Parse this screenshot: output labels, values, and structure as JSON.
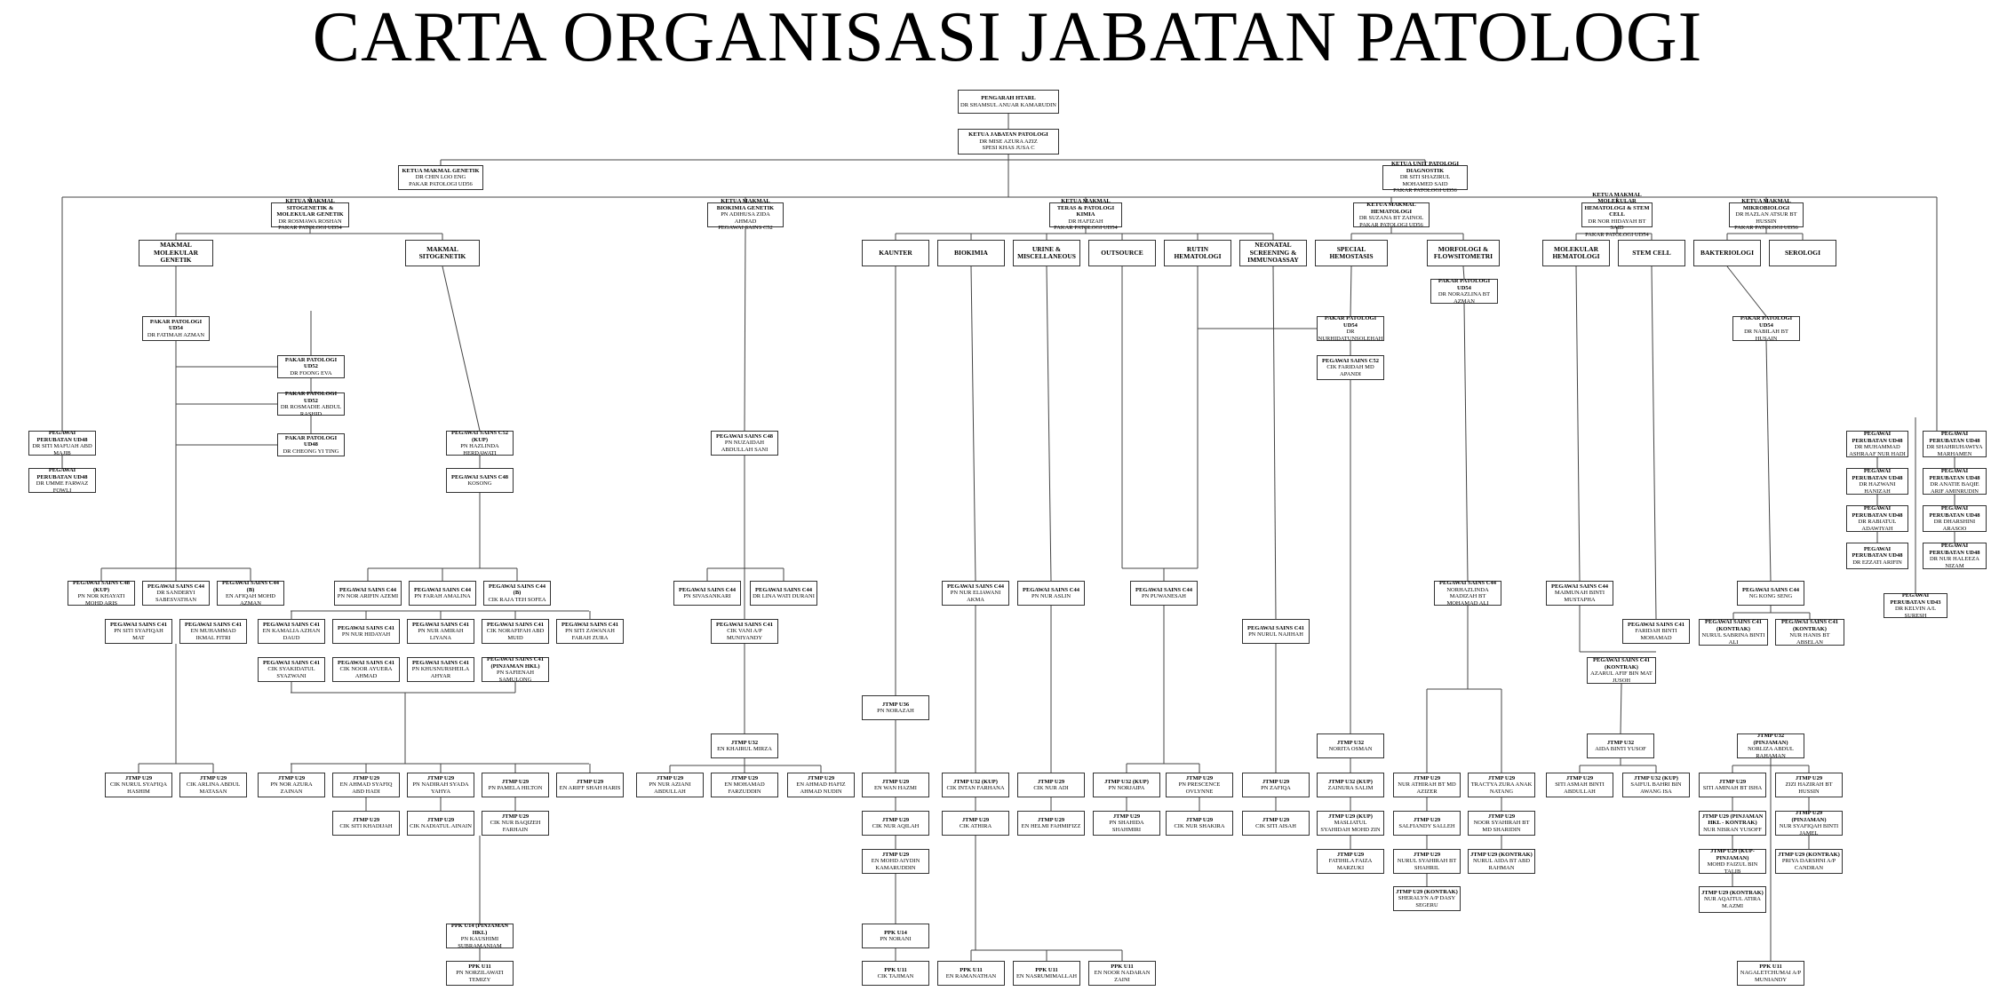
{
  "title": "CARTA ORGANISASI JABATAN PATOLOGI",
  "nodes": [
    {
      "id": "pengarah",
      "lines": [
        "PENGARAH HTARL",
        "DR SHAMSUL ANUAR KAMARUDIN"
      ],
      "kind": "head"
    },
    {
      "id": "ketua-jabatan",
      "lines": [
        "KETUA JABATAN PATOLOGI",
        "DR MISE AZURA AZIZ",
        "SPESI KHAS JUSA C"
      ],
      "kind": "head"
    },
    {
      "id": "ketua-makmal-genetik",
      "lines": [
        "KETUA MAKMAL GENETIK",
        "DR CHIN LOO ENG",
        "PAKAR PATOLOGI UD56"
      ],
      "kind": "head"
    },
    {
      "id": "ketua-unit-diagnostik",
      "lines": [
        "KETUA UNIT PATOLOGI DIAGNOSTIK",
        "DR SITI SHAZIRUL MOHAMED SAID",
        "PAKAR PATOLOGI UD56"
      ],
      "kind": "head"
    },
    {
      "id": "ketua-sitogenetik",
      "lines": [
        "KETUA MAKMAL SITOGENETIK & MOLEKULAR GENETIK",
        "DR ROSMAWA ROSHAN",
        "PAKAR PATOLOGI UD54"
      ],
      "kind": "head"
    },
    {
      "id": "ketua-biokimia-genetik",
      "lines": [
        "KETUA MAKMAL BIOKIMIA GENETIK",
        "PN ADIHUSA ZIDA AHMAD",
        "PEGAWAI SAINS C52"
      ],
      "kind": "head"
    },
    {
      "id": "ketua-teras",
      "lines": [
        "KETUA MAKMAL TERAS & PATOLOGI KIMIA",
        "DR HAFIZAH",
        "PAKAR PATOLOGI UD54"
      ],
      "kind": "head"
    },
    {
      "id": "ketua-hematologi",
      "lines": [
        "KETUA MAKMAL HEMATOLOGI",
        "DR SUZANA BT ZAINOL",
        "PAKAR PATOLOGI UD56"
      ],
      "kind": "head"
    },
    {
      "id": "ketua-molekular-hema",
      "lines": [
        "KETUA MAKMAL MOLEKULAR HEMATOLOGI & STEM CELL",
        "DR NOR HIDAYAH BT SAID",
        "PAKAR PATOLOGI UD54"
      ],
      "kind": "head"
    },
    {
      "id": "ketua-mikrobiologi",
      "lines": [
        "KETUA MAKMAL MIKROBIOLOGI",
        "DR HAZLAN ATSUR BT HUSSIN",
        "PAKAR PATOLOGI UD56"
      ],
      "kind": "head"
    },
    {
      "id": "makmal-molekular-genetik",
      "lines": [
        "MAKMAL MOLEKULAR GENETIK"
      ],
      "kind": "dept"
    },
    {
      "id": "makmal-sitogenetik",
      "lines": [
        "MAKMAL SITOGENETIK"
      ],
      "kind": "dept"
    },
    {
      "id": "kaunter",
      "lines": [
        "KAUNTER"
      ],
      "kind": "dept"
    },
    {
      "id": "biokimia",
      "lines": [
        "BIOKIMIA"
      ],
      "kind": "dept"
    },
    {
      "id": "urine-misc",
      "lines": [
        "URINE & MISCELLANEOUS"
      ],
      "kind": "dept"
    },
    {
      "id": "outsource",
      "lines": [
        "OUTSOURCE"
      ],
      "kind": "dept"
    },
    {
      "id": "rutin-hematologi",
      "lines": [
        "RUTIN HEMATOLOGI"
      ],
      "kind": "dept"
    },
    {
      "id": "neonatal",
      "lines": [
        "NEONATAL SCREENING & IMMUNOASSAY"
      ],
      "kind": "dept"
    },
    {
      "id": "special-hemostasis",
      "lines": [
        "SPECIAL HEMOSTASIS"
      ],
      "kind": "dept"
    },
    {
      "id": "morfologi",
      "lines": [
        "MORFOLOGI & FLOWSITOMETRI"
      ],
      "kind": "dept"
    },
    {
      "id": "molekular-hematologi",
      "lines": [
        "MOLEKULAR HEMATOLOGI"
      ],
      "kind": "dept"
    },
    {
      "id": "stem-cell",
      "lines": [
        "STEM CELL"
      ],
      "kind": "dept"
    },
    {
      "id": "bakteriologi",
      "lines": [
        "BAKTERIOLOGI"
      ],
      "kind": "dept"
    },
    {
      "id": "serologi",
      "lines": [
        "SEROLOGI"
      ],
      "kind": "dept"
    },
    {
      "id": "pakar-fatimah",
      "lines": [
        "PAKAR PATOLOGI UD54",
        "DR FATIMAH AZMAN"
      ],
      "kind": "staff"
    },
    {
      "id": "pakar-foong",
      "lines": [
        "PAKAR PATOLOGI UD52",
        "DR FOONG EVA"
      ],
      "kind": "staff"
    },
    {
      "id": "pakar-rosmadie",
      "lines": [
        "PAKAR PATOLOGI UD52",
        "DR ROSMADIE ABDUL RASHID"
      ],
      "kind": "staff"
    },
    {
      "id": "pakar-cheong",
      "lines": [
        "PAKAR PATOLOGI UD48",
        "DR CHEONG YI TING"
      ],
      "kind": "staff"
    },
    {
      "id": "pp-mafuah",
      "lines": [
        "PEGAWAI PERUBATAN UD48",
        "DR SITI MAFUAH ABD MAJIB"
      ],
      "kind": "staff"
    },
    {
      "id": "pp-umme",
      "lines": [
        "PEGAWAI PERUBATAN UD48",
        "DR UMME FARWAZ FOWLI"
      ],
      "kind": "staff"
    },
    {
      "id": "ps-hazlinda",
      "lines": [
        "PEGAWAI SAINS C52 (KUP)",
        "PN HAZLINDA HERDAWATI"
      ],
      "kind": "staff"
    },
    {
      "id": "ps-kosong-c48",
      "lines": [
        "PEGAWAI SAINS C48",
        "KOSONG"
      ],
      "kind": "staff"
    },
    {
      "id": "ps-nuzaidah",
      "lines": [
        "PEGAWAI SAINS C48",
        "PN NUZAIDAH ABDULLAH SANI"
      ],
      "kind": "staff"
    },
    {
      "id": "pakar-nurhidatun",
      "lines": [
        "PAKAR PATOLOGI UD54",
        "DR NURHIDATUNSOLEHAH"
      ],
      "kind": "staff"
    },
    {
      "id": "ps-faridah",
      "lines": [
        "PEGAWAI SAINS C52",
        "CIK FARIDAH MD APANDI"
      ],
      "kind": "staff"
    },
    {
      "id": "pakar-norazlina",
      "lines": [
        "PAKAR PATOLOGI UD54",
        "DR NORAZLINA BT AZMAN"
      ],
      "kind": "staff"
    },
    {
      "id": "pakar-nabilah",
      "lines": [
        "PAKAR PATOLOGI UD54",
        "DR NABILAH BT HUSAIN"
      ],
      "kind": "staff"
    },
    {
      "id": "pp-ashraf",
      "lines": [
        "PEGAWAI PERUBATAN UD48",
        "DR MUHAMMAD ASHRAAF NUR HADI"
      ],
      "kind": "staff"
    },
    {
      "id": "pp-nadhrah",
      "lines": [
        "PEGAWAI PERUBATAN UD48",
        "DR SHAHRUHAWIYA MARHAMEN"
      ],
      "kind": "staff"
    },
    {
      "id": "pp-hazwani",
      "lines": [
        "PEGAWAI PERUBATAN UD48",
        "DR HAZWANI HANIZAH"
      ],
      "kind": "staff"
    },
    {
      "id": "pp-anatie",
      "lines": [
        "PEGAWAI PERUBATAN UD48",
        "DR ANATIE BAQIE ARIF AMINRUDIN"
      ],
      "kind": "staff"
    },
    {
      "id": "pp-rabiatul",
      "lines": [
        "PEGAWAI PERUBATAN UD48",
        "DR RABIATUL ADAWIYAH"
      ],
      "kind": "staff"
    },
    {
      "id": "pp-dharshini",
      "lines": [
        "PEGAWAI PERUBATAN UD48",
        "DR DHARSHINI ARASOO"
      ],
      "kind": "staff"
    },
    {
      "id": "pp-ezzatul",
      "lines": [
        "PEGAWAI PERUBATAN UD48",
        "DR EZZATI ARIFIN"
      ],
      "kind": "staff"
    },
    {
      "id": "pp-haleeza",
      "lines": [
        "PEGAWAI PERUBATAN UD48",
        "DR NUR HALEEZA NIZAM"
      ],
      "kind": "staff"
    },
    {
      "id": "pp-kelvin",
      "lines": [
        "PEGAWAI PERUBATAN UD43",
        "DR KELVIN A/L SURESH"
      ],
      "kind": "staff"
    },
    {
      "id": "ps-nor-khayati",
      "lines": [
        "PEGAWAI SAINS C48 (KUP)",
        "PN NOR KHAYATI MOHD ARIS"
      ],
      "kind": "staff"
    },
    {
      "id": "ps-sanderyi",
      "lines": [
        "PEGAWAI SAINS C44",
        "DR SANDERYI SABESVATHAN"
      ],
      "kind": "staff"
    },
    {
      "id": "ps-afiqah-mohd",
      "lines": [
        "PEGAWAI SAINS C44 (B)",
        "EN AFIQAH MOHD AZMAN"
      ],
      "kind": "staff"
    },
    {
      "id": "ps-sayani",
      "lines": [
        "PEGAWAI SAINS C41",
        "PN SITI SYAFIQAH MAT"
      ],
      "kind": "staff"
    },
    {
      "id": "ps-muhammad-ikmal",
      "lines": [
        "PEGAWAI SAINS C41",
        "EN MUHAMMAD IKMAL FITRI"
      ],
      "kind": "staff"
    },
    {
      "id": "ps-arifin",
      "lines": [
        "PEGAWAI SAINS C44",
        "PN NOR ARIFIN AZEMI"
      ],
      "kind": "staff"
    },
    {
      "id": "ps-farah",
      "lines": [
        "PEGAWAI SAINS C44",
        "PN FARAH AMALINA"
      ],
      "kind": "staff"
    },
    {
      "id": "ps-raja",
      "lines": [
        "PEGAWAI SAINS C44 (B)",
        "CIK RAJA TEH SOFEA"
      ],
      "kind": "staff"
    },
    {
      "id": "ps-kamalia",
      "lines": [
        "PEGAWAI SAINS C41",
        "EN KAMALIA AZHAN DAUD"
      ],
      "kind": "staff"
    },
    {
      "id": "ps-nur-najwa",
      "lines": [
        "PEGAWAI SAINS C41",
        "PN NUR HIDAYAH"
      ],
      "kind": "staff"
    },
    {
      "id": "ps-amirah",
      "lines": [
        "PEGAWAI SAINS C41",
        "PN NUR AMIRAH LIYANA"
      ],
      "kind": "staff"
    },
    {
      "id": "ps-nafiqah",
      "lines": [
        "PEGAWAI SAINS C41",
        "CIK NORAFIFAH ABD MUID"
      ],
      "kind": "staff"
    },
    {
      "id": "ps-zulaikha",
      "lines": [
        "PEGAWAI SAINS C41",
        "PN SITI ZAWANAH FARAH ZURA"
      ],
      "kind": "staff"
    },
    {
      "id": "ps-syazwani",
      "lines": [
        "PEGAWAI SAINS C41",
        "CIK SYAKIDATUL SYAZWANI"
      ],
      "kind": "staff"
    },
    {
      "id": "ps-noor-ayuera",
      "lines": [
        "PEGAWAI SAINS C41",
        "CIK NOOR AYUERA AHMAD"
      ],
      "kind": "staff"
    },
    {
      "id": "ps-khusnul",
      "lines": [
        "PEGAWAI SAINS C41",
        "PN KHUSNURSHEILA AHYAR"
      ],
      "kind": "staff"
    },
    {
      "id": "ps-saffiana",
      "lines": [
        "PEGAWAI SAINS C41 (PINJAMAN HKL)",
        "PN SAFIENAH SAMULONG"
      ],
      "kind": "staff"
    },
    {
      "id": "ps-sivasankari",
      "lines": [
        "PEGAWAI SAINS C44",
        "PN SIVASANKARI"
      ],
      "kind": "staff"
    },
    {
      "id": "ps-lina",
      "lines": [
        "PEGAWAI SAINS C44",
        "DR LINA WATI DURANI"
      ],
      "kind": "staff"
    },
    {
      "id": "ps-vani",
      "lines": [
        "PEGAWAI SAINS C41",
        "CIK VANI A/P MUNIYANDY"
      ],
      "kind": "staff"
    },
    {
      "id": "ps-elias",
      "lines": [
        "PEGAWAI SAINS C44",
        "PN NUR ELIAWANI AKMA"
      ],
      "kind": "staff"
    },
    {
      "id": "ps-aslin",
      "lines": [
        "PEGAWAI SAINS C44",
        "PN NUR ASLIN"
      ],
      "kind": "staff"
    },
    {
      "id": "ps-puwanesh",
      "lines": [
        "PEGAWAI SAINS C44",
        "PN PUWANESAH"
      ],
      "kind": "staff"
    },
    {
      "id": "ps-nurul-najihah",
      "lines": [
        "PEGAWAI SAINS C41",
        "PN NURUL NAJIHAH"
      ],
      "kind": "staff"
    },
    {
      "id": "ps-nurhazlinda",
      "lines": [
        "PEGAWAI SAINS C44",
        "NORHAZLINDA MADIZAH BT MOHAMAD ALI"
      ],
      "kind": "staff"
    },
    {
      "id": "ps-maimunah",
      "lines": [
        "PEGAWAI SAINS C44",
        "MAIMUNAH BINTI MUSTAPHA"
      ],
      "kind": "staff"
    },
    {
      "id": "ps-faridah-mohamad",
      "lines": [
        "PEGAWAI SAINS C41",
        "FARIDAH BINTI MOHAMAD"
      ],
      "kind": "staff"
    },
    {
      "id": "ps-azarul",
      "lines": [
        "PEGAWAI SAINS C41 (KONTRAK)",
        "AZARUL AFIF BIN MAT JUSOH"
      ],
      "kind": "staff"
    },
    {
      "id": "ps-ng-kong-seng",
      "lines": [
        "PEGAWAI SAINS C44",
        "NG KONG SENG"
      ],
      "kind": "staff"
    },
    {
      "id": "ps-nurul-sabrina",
      "lines": [
        "PEGAWAI SAINS C41 (KONTRAK)",
        "NURUL SABRINA BINTI ALI"
      ],
      "kind": "staff"
    },
    {
      "id": "ps-nur-hanis",
      "lines": [
        "PEGAWAI SAINS C41 (KONTRAK)",
        "NUR HANIS BT ABSELAN"
      ],
      "kind": "staff"
    },
    {
      "id": "jt-nurul-syafiqa",
      "lines": [
        "JTMP U29",
        "CIK NURUL SYAFIQA HASHIM"
      ],
      "kind": "staff"
    },
    {
      "id": "jt-arlina",
      "lines": [
        "JTMP U29",
        "CIK ARLINA ABDUL MATASAN"
      ],
      "kind": "staff"
    },
    {
      "id": "jt-azura",
      "lines": [
        "JTMP U29",
        "PN NOR AZURA ZAINAN"
      ],
      "kind": "staff"
    },
    {
      "id": "jt-ahmad-syafiq",
      "lines": [
        "JTMP U29",
        "EN AHMAD SYAFIQ ABD HADI"
      ],
      "kind": "staff"
    },
    {
      "id": "jt-nadirah",
      "lines": [
        "JTMP U29",
        "PN NADIRAH SYADA YAHYA"
      ],
      "kind": "staff"
    },
    {
      "id": "jt-pamela",
      "lines": [
        "JTMP U29",
        "PN PAMELA HILTON"
      ],
      "kind": "staff"
    },
    {
      "id": "jt-arif",
      "lines": [
        "JTMP U29",
        "EN ARIFF SHAH HARIS"
      ],
      "kind": "staff"
    },
    {
      "id": "jt-khadijah",
      "lines": [
        "JTMP U29",
        "CIK SITI KHADIJAH"
      ],
      "kind": "staff"
    },
    {
      "id": "jt-nadiatul",
      "lines": [
        "JTMP U29",
        "CIK NADIATUL AINAIN"
      ],
      "kind": "staff"
    },
    {
      "id": "jt-nur-baqizah",
      "lines": [
        "JTMP U29",
        "CIK NUR BAQIZEH FARHAIN"
      ],
      "kind": "staff"
    },
    {
      "id": "ppk-kaumani",
      "lines": [
        "PPK U14 (PINJAMAN HKL)",
        "PN KAUSHIMI SUBRAMANIAM"
      ],
      "kind": "staff"
    },
    {
      "id": "ppk-norzilawati",
      "lines": [
        "PPK U11",
        "PN NORZILAWATI TEMIZY"
      ],
      "kind": "staff"
    },
    {
      "id": "jt-khairul",
      "lines": [
        "JTMP U32",
        "EN KHAIRUL MIRZA"
      ],
      "kind": "staff"
    },
    {
      "id": "jt-nur-aziani",
      "lines": [
        "JTMP U29",
        "PN NUR AZIANI ABDULLAH"
      ],
      "kind": "staff"
    },
    {
      "id": "jt-farzuddin",
      "lines": [
        "JTMP U29",
        "EN MOHAMAD FARZUDDIN"
      ],
      "kind": "staff"
    },
    {
      "id": "jt-ahmad-hafiz",
      "lines": [
        "JTMP U29",
        "EN AHMAD HAFIZ AHMAD NUDIN"
      ],
      "kind": "staff"
    },
    {
      "id": "jt-norazah",
      "lines": [
        "JTMP U36",
        "PN NORAZAH"
      ],
      "kind": "staff"
    },
    {
      "id": "jt-wan-hazmi",
      "lines": [
        "JTMP U29",
        "EN WAN HAZMI"
      ],
      "kind": "staff"
    },
    {
      "id": "jt-nur-aqilah",
      "lines": [
        "JTMP U29",
        "CIK NUR AQILAH"
      ],
      "kind": "staff"
    },
    {
      "id": "jt-mohd-aiydin",
      "lines": [
        "JTMP U29",
        "EN MOHD AIYDIN KAMARUDDIN"
      ],
      "kind": "staff"
    },
    {
      "id": "ppk-norani",
      "lines": [
        "PPK U14",
        "PN NORANI"
      ],
      "kind": "staff"
    },
    {
      "id": "ppk-tajiman",
      "lines": [
        "PPK U11",
        "CIK TAJIMAN"
      ],
      "kind": "staff"
    },
    {
      "id": "jt-intan",
      "lines": [
        "JTMP U32 (KUP)",
        "CIK INTAN FARHANA"
      ],
      "kind": "staff"
    },
    {
      "id": "jt-athira",
      "lines": [
        "JTMP U29",
        "CIK ATHIRA"
      ],
      "kind": "staff"
    },
    {
      "id": "ppk-ramanathan",
      "lines": [
        "PPK U11",
        "EN RAMANATHAN"
      ],
      "kind": "staff"
    },
    {
      "id": "jt-nur-adi",
      "lines": [
        "JTMP U29",
        "CIK NUR ADI"
      ],
      "kind": "staff"
    },
    {
      "id": "jt-helmi",
      "lines": [
        "JTMP U29",
        "EN HELMI FAHMIFIZZ"
      ],
      "kind": "staff"
    },
    {
      "id": "ppk-nasrumimallah",
      "lines": [
        "PPK U11",
        "EN NASRUMIMALLAH"
      ],
      "kind": "staff"
    },
    {
      "id": "jt-norjaipa",
      "lines": [
        "JTMP U32 (KUP)",
        "PN NORJAIPA"
      ],
      "kind": "staff"
    },
    {
      "id": "jt-shahida",
      "lines": [
        "JTMP U29",
        "PN SHAHIDA SHAHMIRI"
      ],
      "kind": "staff"
    },
    {
      "id": "jt-pressence",
      "lines": [
        "JTMP U29",
        "PN PRESCENCE OVLYNNE"
      ],
      "kind": "staff"
    },
    {
      "id": "jt-nur-shakirah",
      "lines": [
        "JTMP U29",
        "CIK NUR SHAKIRA"
      ],
      "kind": "staff"
    },
    {
      "id": "ppk-noor-nadhirah",
      "lines": [
        "PPK U11",
        "EN NOOR NADARAN ZAINI"
      ],
      "kind": "staff"
    },
    {
      "id": "jt-zafiqa",
      "lines": [
        "JTMP U29",
        "PN ZAFIQA"
      ],
      "kind": "staff"
    },
    {
      "id": "jt-siti-aisah",
      "lines": [
        "JTMP U29",
        "CIK SITI AISAH"
      ],
      "kind": "staff"
    },
    {
      "id": "jt-norita",
      "lines": [
        "JTMP U32",
        "NORITA OSMAN"
      ],
      "kind": "staff"
    },
    {
      "id": "jt-zainura",
      "lines": [
        "JTMP U32 (KUP)",
        "ZAINURA SALIM"
      ],
      "kind": "staff"
    },
    {
      "id": "jt-masliatul",
      "lines": [
        "JTMP U29 (KUP)",
        "MASLIATUL SYAHIDAH MOHD ZIN"
      ],
      "kind": "staff"
    },
    {
      "id": "jt-fatimah-fauzi",
      "lines": [
        "JTMP U29",
        "FATIHILA FAIZA MARZUKI"
      ],
      "kind": "staff"
    },
    {
      "id": "jt-nur-athirah",
      "lines": [
        "JTMP U29",
        "NUR ATHIRAH BT MD AZIZER"
      ],
      "kind": "staff"
    },
    {
      "id": "jt-tractya",
      "lines": [
        "JTMP U29",
        "TRACTYA ZURA ANAK NATANG"
      ],
      "kind": "staff"
    },
    {
      "id": "jt-salfiandy",
      "lines": [
        "JTMP U29",
        "SALFIANDY SALLEH"
      ],
      "kind": "staff"
    },
    {
      "id": "jt-noor-syahirah",
      "lines": [
        "JTMP U29",
        "NOOR SYAHIRAH BT MD SHARIDIN"
      ],
      "kind": "staff"
    },
    {
      "id": "jt-nurul-syahirah",
      "lines": [
        "JTMP U29",
        "NURUL SYAHIRAH BT SHAHRIL"
      ],
      "kind": "staff"
    },
    {
      "id": "jt-nurul-aida",
      "lines": [
        "JTMP U29 (KONTRAK)",
        "NURUL AIDA BT ABD RAHMAN"
      ],
      "kind": "staff"
    },
    {
      "id": "jt-sheralyn",
      "lines": [
        "JTMP U29 (KONTRAK)",
        "SHERALYN A/P DASY SEGERU"
      ],
      "kind": "staff"
    },
    {
      "id": "jt-aida",
      "lines": [
        "JTMP U32",
        "AIDA BINTI YUSOF"
      ],
      "kind": "staff"
    },
    {
      "id": "jt-siti-asmah",
      "lines": [
        "JTMP U29",
        "SITI ASMAH BINTI ABDULLAH"
      ],
      "kind": "staff"
    },
    {
      "id": "jt-saiful",
      "lines": [
        "JTMP U32 (KUP)",
        "SAIFUL BAHRI BIN AWANG ISA"
      ],
      "kind": "staff"
    },
    {
      "id": "jt-norlizah",
      "lines": [
        "JTMP U32 (PINJAMAN)",
        "NORLIZA ABDUL RAHAMAN"
      ],
      "kind": "staff"
    },
    {
      "id": "jt-siti-aminah",
      "lines": [
        "JTMP U29",
        "SITI AMINAH BT ISHA"
      ],
      "kind": "staff"
    },
    {
      "id": "jt-zizi",
      "lines": [
        "JTMP U29",
        "ZIZI HAZIRAH BT HUSSIN"
      ],
      "kind": "staff"
    },
    {
      "id": "jt-nur-nisrina",
      "lines": [
        "JTMP U29 (PINJAMAN HKL - KONTRAK)",
        "NUR NISRAN YUSOFF"
      ],
      "kind": "staff"
    },
    {
      "id": "jt-nur-syafiq",
      "lines": [
        "JTMP U29 (PINJAMAN)",
        "NUR SYAFIQAH BINTI JAMEL"
      ],
      "kind": "staff"
    },
    {
      "id": "jt-mohd-faizul",
      "lines": [
        "JTMP U29 (KUP-PINJAMAN)",
        "MOHD FAIZUL BIN TALIB"
      ],
      "kind": "staff"
    },
    {
      "id": "jt-priya",
      "lines": [
        "JTMP U29 (KONTRAK)",
        "PRIYA DARSHNI A/P CANDRAN"
      ],
      "kind": "staff"
    },
    {
      "id": "jt-nur-aqaiyah",
      "lines": [
        "JTMP U29 (KONTRAK)",
        "NUR AQAITUL ATIRA M.AZMI"
      ],
      "kind": "staff"
    },
    {
      "id": "ppk-nagalechumi",
      "lines": [
        "PPK U11",
        "NAGALETCHUMAI A/P MUNIANDY"
      ],
      "kind": "staff"
    }
  ]
}
